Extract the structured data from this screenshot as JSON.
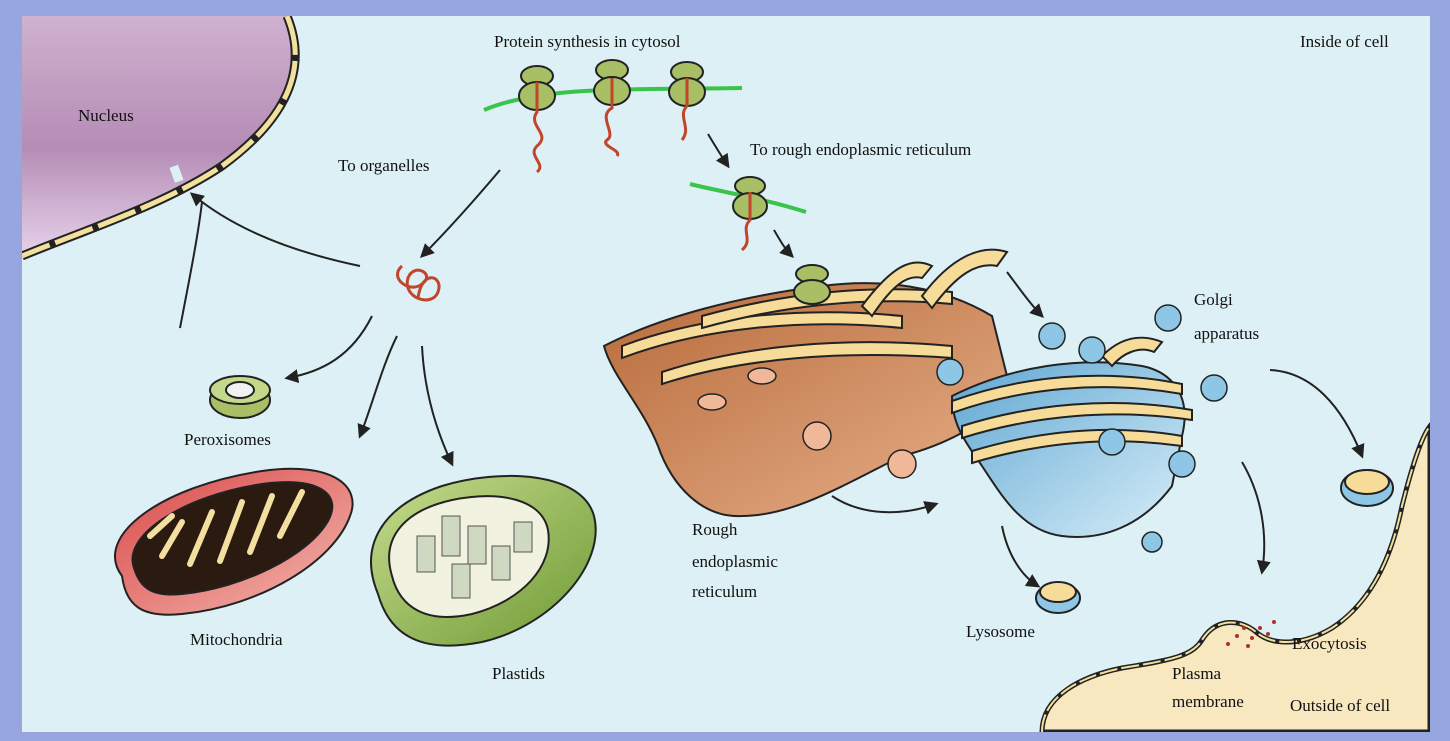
{
  "labels": {
    "protein_synthesis": "Protein synthesis in cytosol",
    "inside_cell": "Inside of cell",
    "nucleus": "Nucleus",
    "to_organelles": "To organelles",
    "to_rough_er": "To rough endoplasmic reticulum",
    "golgi_line1": "Golgi",
    "golgi_line2": "apparatus",
    "peroxisomes": "Peroxisomes",
    "mitochondria": "Mitochondria",
    "plastids": "Plastids",
    "rough_er_line1": "Rough",
    "rough_er_line2": "endoplasmic",
    "rough_er_line3": "reticulum",
    "lysosome": "Lysosome",
    "exocytosis": "Exocytosis",
    "plasma_line1": "Plasma",
    "plasma_line2": "membrane",
    "outside_cell": "Outside of cell"
  },
  "colors": {
    "frame": "#98a6e0",
    "cytosol": "#dcf0f6",
    "nucleus": "#c9a6c9",
    "mrna": "#3bc44b",
    "ribosome": "#a8bf66",
    "protein": "#c0452a",
    "rough_er": "#c98452",
    "golgi": "#8ec6e6",
    "cisternae": "#f6dc98",
    "mitochondria": "#e06a6a",
    "plastid": "#9cc05a",
    "outside": "#f8e8c0"
  }
}
